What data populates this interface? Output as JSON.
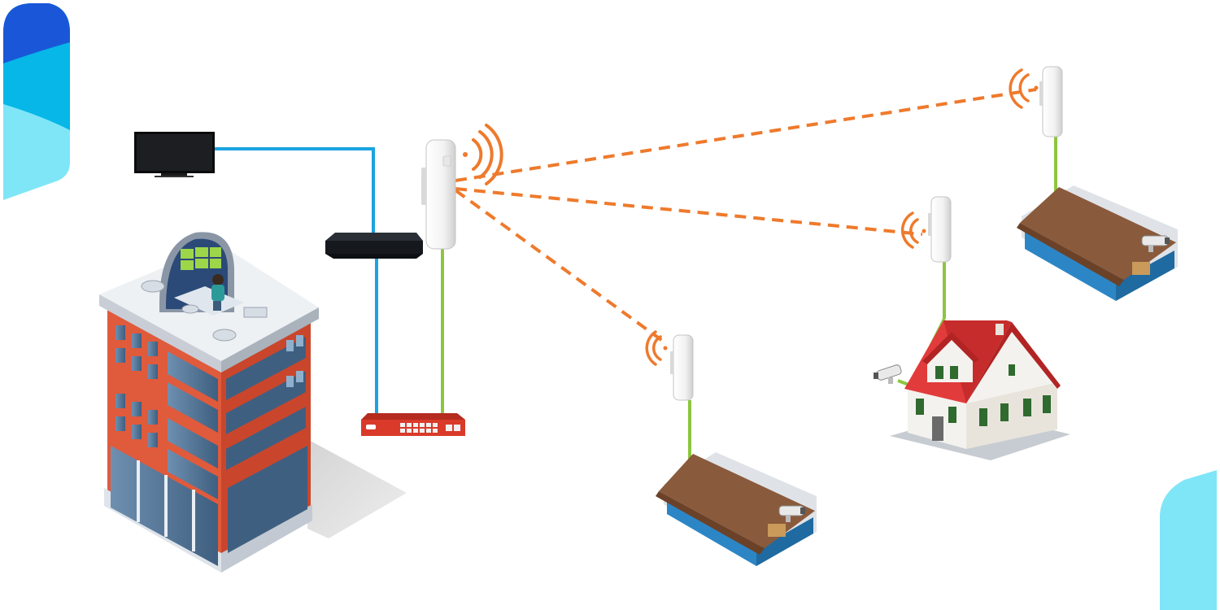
{
  "diagram": {
    "type": "wireless-cctv-point-to-multipoint",
    "colors": {
      "wired_link": "#1aa3e0",
      "poe_link": "#8cc63f",
      "wireless_link": "#ee7a2c",
      "accent_dark_blue": "#1a57d8",
      "accent_cyan": "#06b7e8",
      "accent_light_cyan": "#7fe6f7",
      "building_red": "#e05a3c",
      "roof_brown": "#8a5a3c",
      "shed_blue": "#2c86c6",
      "house_roof_red": "#e23b3b",
      "switch_red": "#d93a2a"
    },
    "nodes": [
      {
        "id": "monitoring-center",
        "kind": "office-building-with-control-room"
      },
      {
        "id": "monitor",
        "kind": "tv-monitor"
      },
      {
        "id": "nvr",
        "kind": "network-video-recorder"
      },
      {
        "id": "poe-switch",
        "kind": "poe-switch"
      },
      {
        "id": "base-station",
        "kind": "outdoor-cpe-ap"
      },
      {
        "id": "cpe-1",
        "kind": "outdoor-cpe"
      },
      {
        "id": "cpe-2",
        "kind": "outdoor-cpe"
      },
      {
        "id": "cpe-3",
        "kind": "outdoor-cpe"
      },
      {
        "id": "shed-1",
        "kind": "shed-with-camera"
      },
      {
        "id": "house",
        "kind": "house-with-camera"
      },
      {
        "id": "shed-2",
        "kind": "shed-with-camera"
      }
    ],
    "links": [
      {
        "from": "monitor",
        "to": "nvr",
        "type": "wired"
      },
      {
        "from": "nvr",
        "to": "poe-switch",
        "type": "wired"
      },
      {
        "from": "poe-switch",
        "to": "base-station",
        "type": "poe"
      },
      {
        "from": "base-station",
        "to": "cpe-1",
        "type": "wireless"
      },
      {
        "from": "base-station",
        "to": "cpe-2",
        "type": "wireless"
      },
      {
        "from": "base-station",
        "to": "cpe-3",
        "type": "wireless"
      },
      {
        "from": "cpe-1",
        "to": "shed-1",
        "type": "poe"
      },
      {
        "from": "cpe-2",
        "to": "house",
        "type": "poe"
      },
      {
        "from": "cpe-3",
        "to": "shed-2",
        "type": "poe"
      }
    ],
    "icons": [
      "wifi-signal-icon",
      "cctv-camera-icon",
      "logo-mark-icon"
    ]
  }
}
